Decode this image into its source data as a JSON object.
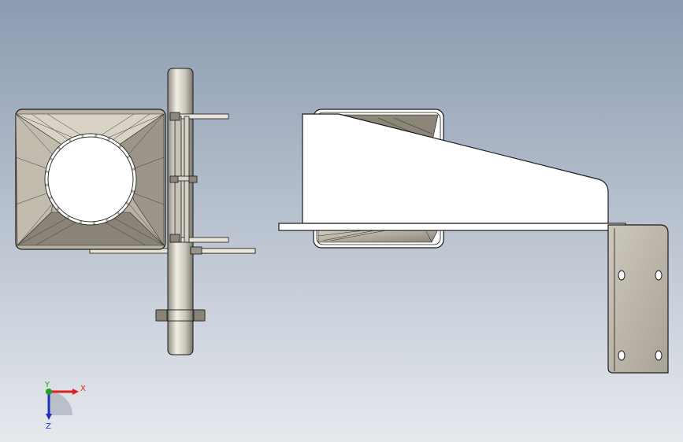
{
  "viewport": {
    "background_top": "#8b9bb0",
    "background_bottom": "#e6e9ee"
  },
  "triad": {
    "x_label": "X",
    "y_label": "Y",
    "z_label": "Z",
    "x_color": "#e02020",
    "y_color": "#22a022",
    "z_color": "#2030c0"
  },
  "part": {
    "metal_dark": "#6e6a60",
    "metal_mid": "#a8a296",
    "metal_light": "#ded9cc",
    "sheet_white": "#ffffff",
    "edge": "#1a1a1a"
  }
}
